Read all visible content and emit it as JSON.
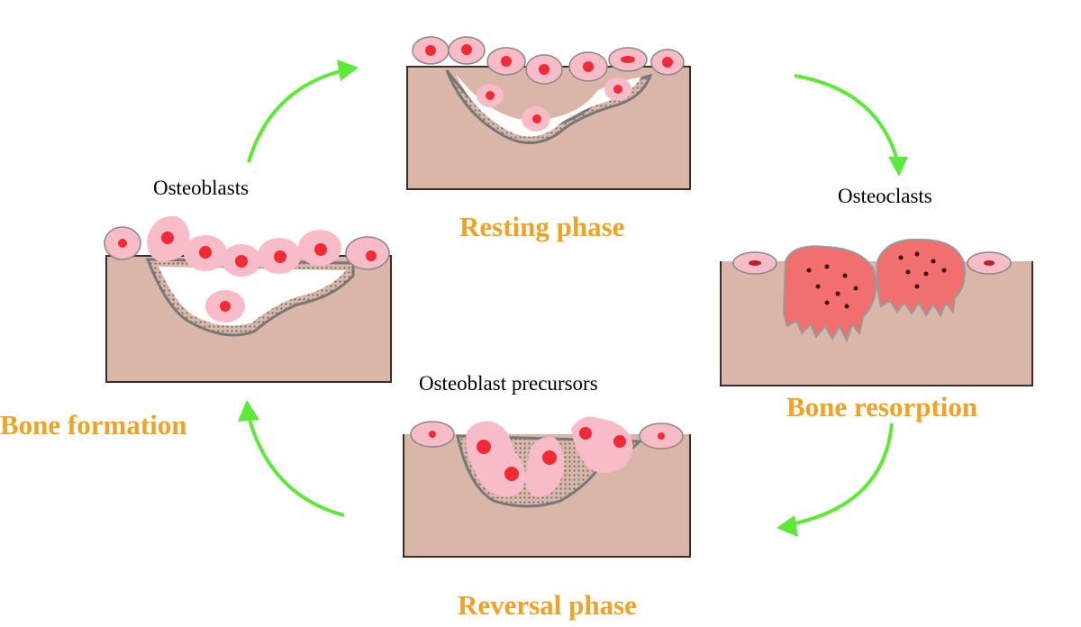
{
  "colors": {
    "phase_label": "#f0a226",
    "arrow": "#5ee83a",
    "bone": "#d9b6a8",
    "bone_edge": "#3a2e2a",
    "cell_fill": "#f8bcc8",
    "nucleus": "#f22a36",
    "osteoclast": "#f26f6f",
    "osteoid_dots": "#6e6e6e"
  },
  "phases": {
    "resting": "Resting phase",
    "resorption": "Bone resorption",
    "reversal": "Reversal phase",
    "formation": "Bone formation"
  },
  "cell_labels": {
    "osteoblasts": "Osteoblasts",
    "osteoclasts": "Osteoclasts",
    "precursors": "Osteoblast precursors"
  },
  "cycle": {
    "order": [
      "resting",
      "resorption",
      "reversal",
      "formation"
    ],
    "icon": "cycle-arrow"
  }
}
